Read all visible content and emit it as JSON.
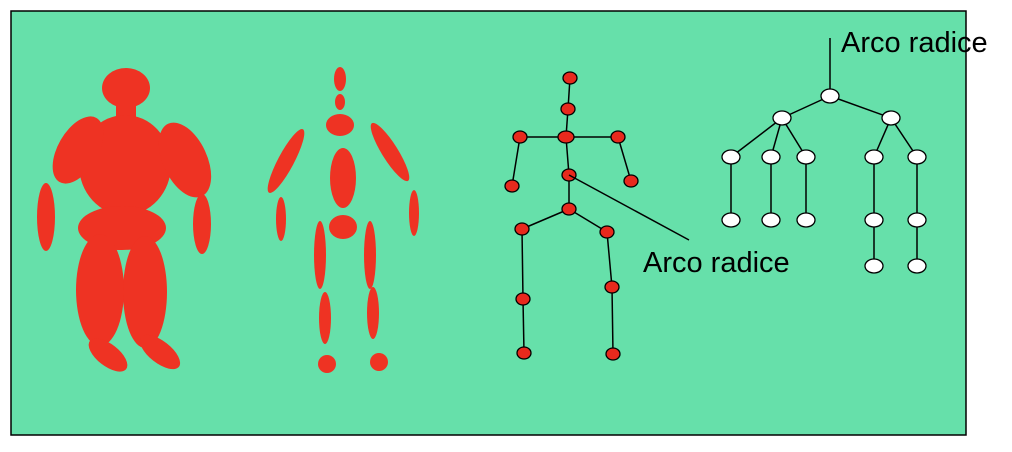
{
  "colors": {
    "background": "#66e0aa",
    "body_fill": "#ee3323",
    "joint_fill": "#e8291d",
    "node_fill": "#ffffff",
    "stroke": "#000000"
  },
  "labels": {
    "skeleton_root_arc": "Arco radice",
    "tree_root_arc": "Arco radice"
  },
  "panels": [
    {
      "name": "solid-body",
      "description_icon": "body-silhouette"
    },
    {
      "name": "segmented-body",
      "description_icon": "body-segments"
    },
    {
      "name": "joint-skeleton",
      "description_icon": "stick-skeleton"
    },
    {
      "name": "hierarchy-tree",
      "description_icon": "tree-graph"
    }
  ]
}
